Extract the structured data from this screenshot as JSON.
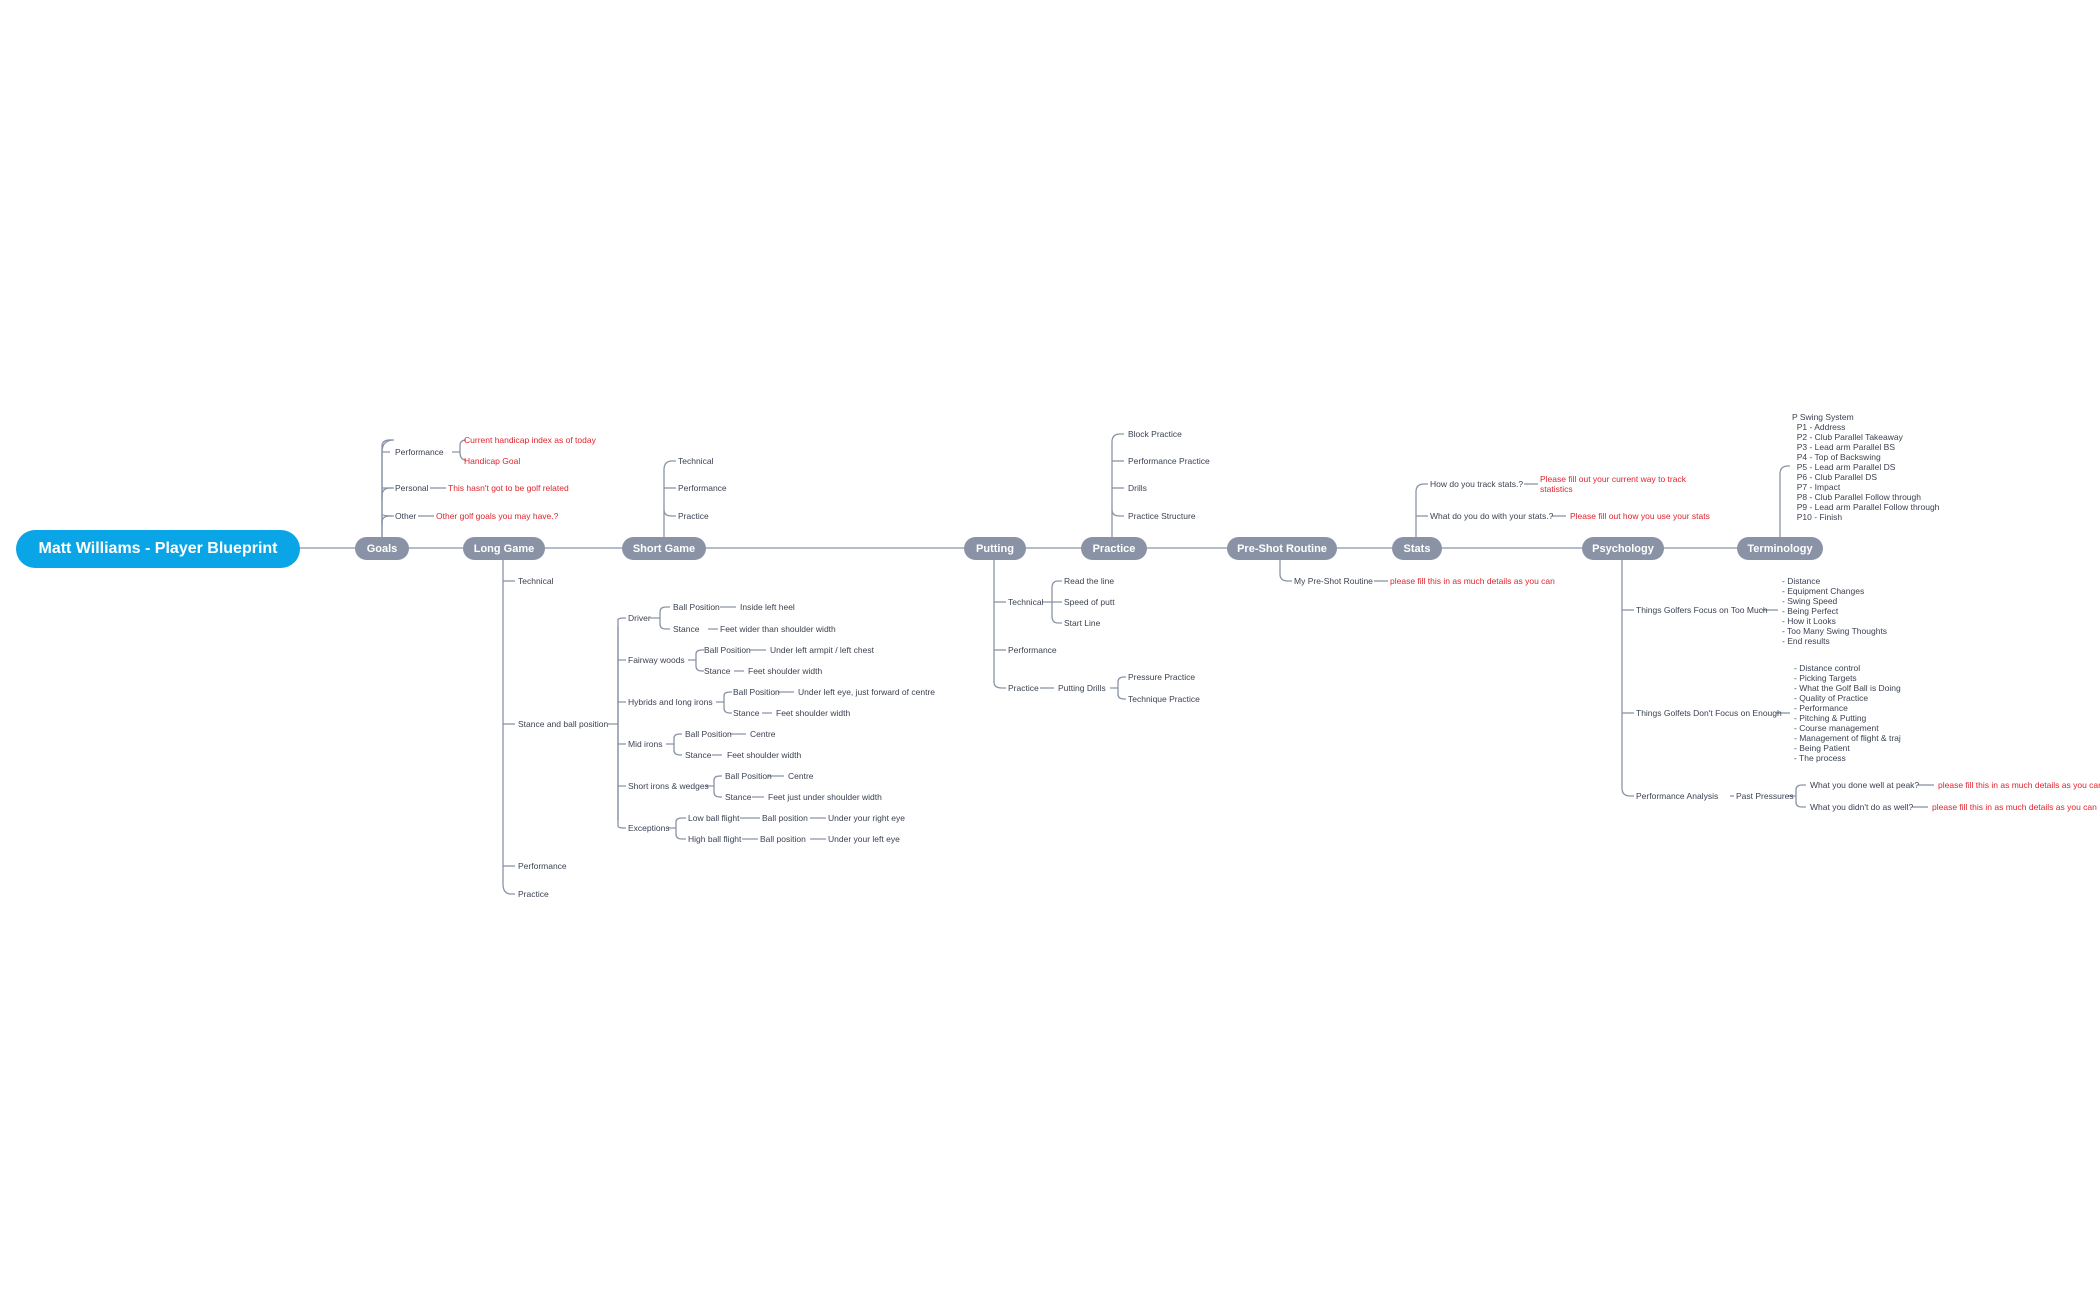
{
  "root": {
    "label": "Matt Williams - Player Blueprint"
  },
  "main": {
    "goals": "Goals",
    "long_game": "Long Game",
    "short_game": "Short Game",
    "putting": "Putting",
    "practice": "Practice",
    "pre_shot": "Pre-Shot Routine",
    "stats": "Stats",
    "psychology": "Psychology",
    "terminology": "Terminology"
  },
  "goals": {
    "performance": "Performance",
    "current_handicap": "Current handicap index as of today",
    "handicap_goal": "Handicap Goal",
    "personal": "Personal",
    "personal_note": "This hasn't got to be golf related",
    "other": "Other",
    "other_note": "Other golf goals you may have.?"
  },
  "short_game": {
    "technical": "Technical",
    "performance": "Performance",
    "practice": "Practice"
  },
  "long_game": {
    "technical": "Technical",
    "stance_ball": "Stance and ball position",
    "performance": "Performance",
    "practice": "Practice",
    "driver": "Driver",
    "driver_ball": "Ball Position",
    "driver_ball_val": "Inside left heel",
    "driver_stance": "Stance",
    "driver_stance_val": "Feet wider than shoulder width",
    "fairway": "Fairway woods",
    "fairway_ball": "Ball Position",
    "fairway_ball_val": "Under left armpit / left chest",
    "fairway_stance": "Stance",
    "fairway_stance_val": "Feet shoulder width",
    "hybrids": "Hybrids and long irons",
    "hybrids_ball": "Ball Position",
    "hybrids_ball_val": "Under left eye, just forward of centre",
    "hybrids_stance": "Stance",
    "hybrids_stance_val": "Feet shoulder width",
    "mid": "Mid irons",
    "mid_ball": "Ball Position",
    "mid_ball_val": "Centre",
    "mid_stance": "Stance",
    "mid_stance_val": "Feet shoulder width",
    "short_irons": "Short irons & wedges",
    "short_ball": "Ball Position",
    "short_ball_val": "Centre",
    "short_stance": "Stance",
    "short_stance_val": "Feet just under shoulder width",
    "exceptions": "Exceptions",
    "low_flight": "Low ball flight",
    "low_ball": "Ball position",
    "low_ball_val": "Under your right eye",
    "high_flight": "High ball flight",
    "high_ball": "Ball position",
    "high_ball_val": "Under your left eye"
  },
  "putting": {
    "technical": "Technical",
    "read_line": "Read the line",
    "speed": "Speed of putt",
    "start_line": "Start Line",
    "performance": "Performance",
    "practice": "Practice",
    "drills": "Putting Drills",
    "pressure": "Pressure Practice",
    "technique": "Technique Practice"
  },
  "practice": {
    "block": "Block Practice",
    "performance": "Performance Practice",
    "drills": "Drills",
    "structure": "Practice Structure"
  },
  "pre_shot": {
    "routine": "My Pre-Shot Routine",
    "note": "please fill this in as much details as you can"
  },
  "stats": {
    "track": "How do you track stats.?",
    "track_note": "Please fill out your current way to track\nstatistics",
    "use": "What do you do with your stats.?",
    "use_note": "Please fill out how you use your stats"
  },
  "psychology": {
    "too_much": "Things Golfers Focus on Too Much",
    "too_much_list": "- Distance\n- Equipment Changes\n- Swing Speed\n- Being Perfect\n- How it Looks\n- Too Many Swing Thoughts\n- End results",
    "not_enough": "Things Golfets Don't Focus on Enough",
    "not_enough_list": "- Distance control\n- Picking Targets\n- What the Golf Ball is Doing\n- Quality of Practice\n- Performance\n- Pitching & Putting\n- Course management\n- Management of flight & traj\n- Being Patient\n- The process",
    "analysis": "Performance Analysis",
    "past": "Past Pressures",
    "well": "What you done well at peak?",
    "well_note": "please fill this in as much details as you can",
    "not_well": "What you didn't do as well?",
    "not_well_note": "please fill this in as much details as you can"
  },
  "terminology": {
    "list": "P Swing System\n  P1 - Address\n  P2 - Club Parallel Takeaway\n  P3 - Lead arm Parallel BS\n  P4 - Top of Backswing\n  P5 - Lead arm Parallel DS\n  P6 - Club Parallel DS\n  P7 - Impact\n  P8 - Club Parallel Follow through\n  P9 - Lead arm Parallel Follow through\n  P10 - Finish"
  }
}
